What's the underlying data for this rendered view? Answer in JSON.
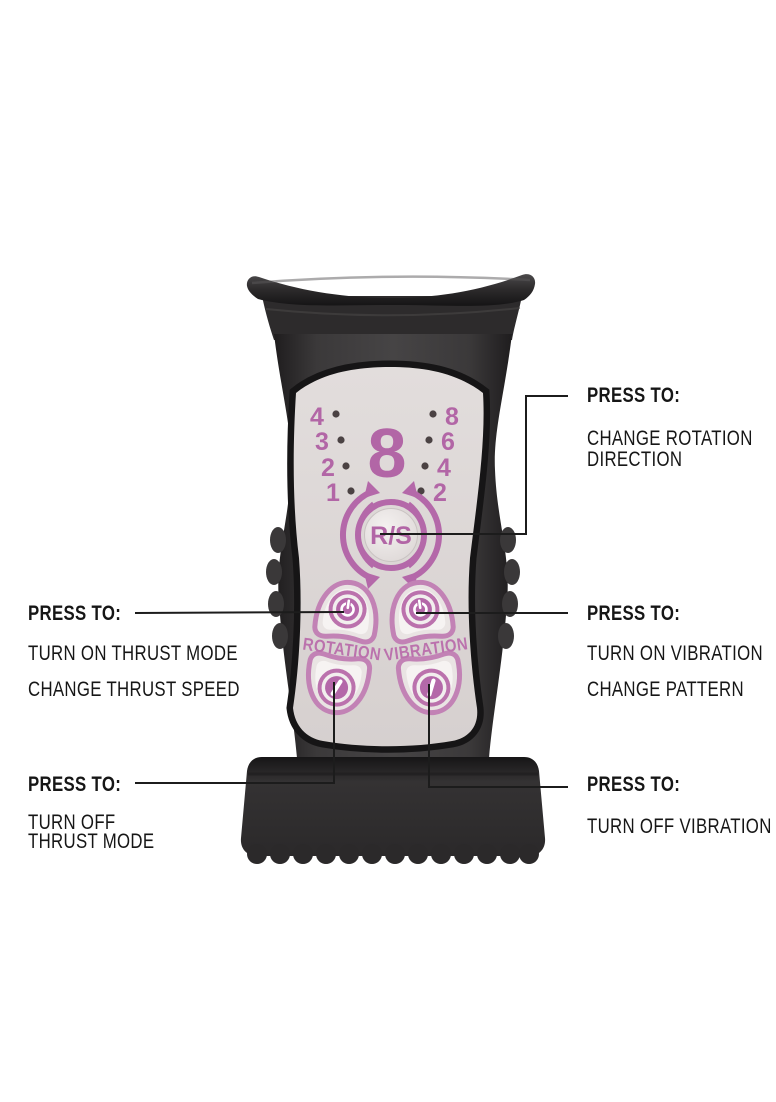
{
  "device": {
    "left_scale": [
      "4",
      "3",
      "2",
      "1"
    ],
    "right_scale": [
      "8",
      "6",
      "4",
      "2"
    ],
    "display_value": "8",
    "rs_label": "R/S",
    "rotation_label": "ROTATION",
    "vibration_label": "VIBRATION"
  },
  "colors": {
    "accent_pink": "#b266a6",
    "accent_pink_light": "#c282b5",
    "panel_gray": "#dcd7d6",
    "body_dark": "#353334",
    "indicator_dot": "#4b4243",
    "callout_line": "#1c1c1c"
  },
  "annotations": {
    "rotation_direction": {
      "heading": "PRESS TO:",
      "line1": "CHANGE ROTATION",
      "line2": "DIRECTION"
    },
    "thrust_on": {
      "heading": "PRESS TO:",
      "line1": "TURN ON THRUST MODE",
      "line2": "CHANGE THRUST SPEED"
    },
    "vibration_on": {
      "heading": "PRESS TO:",
      "line1": "TURN ON VIBRATION",
      "line2": "CHANGE PATTERN"
    },
    "thrust_off": {
      "heading": "PRESS TO:",
      "line1": "TURN OFF",
      "line2": "THRUST MODE"
    },
    "vibration_off": {
      "heading": "PRESS TO:",
      "line1": "TURN OFF VIBRATION"
    }
  }
}
